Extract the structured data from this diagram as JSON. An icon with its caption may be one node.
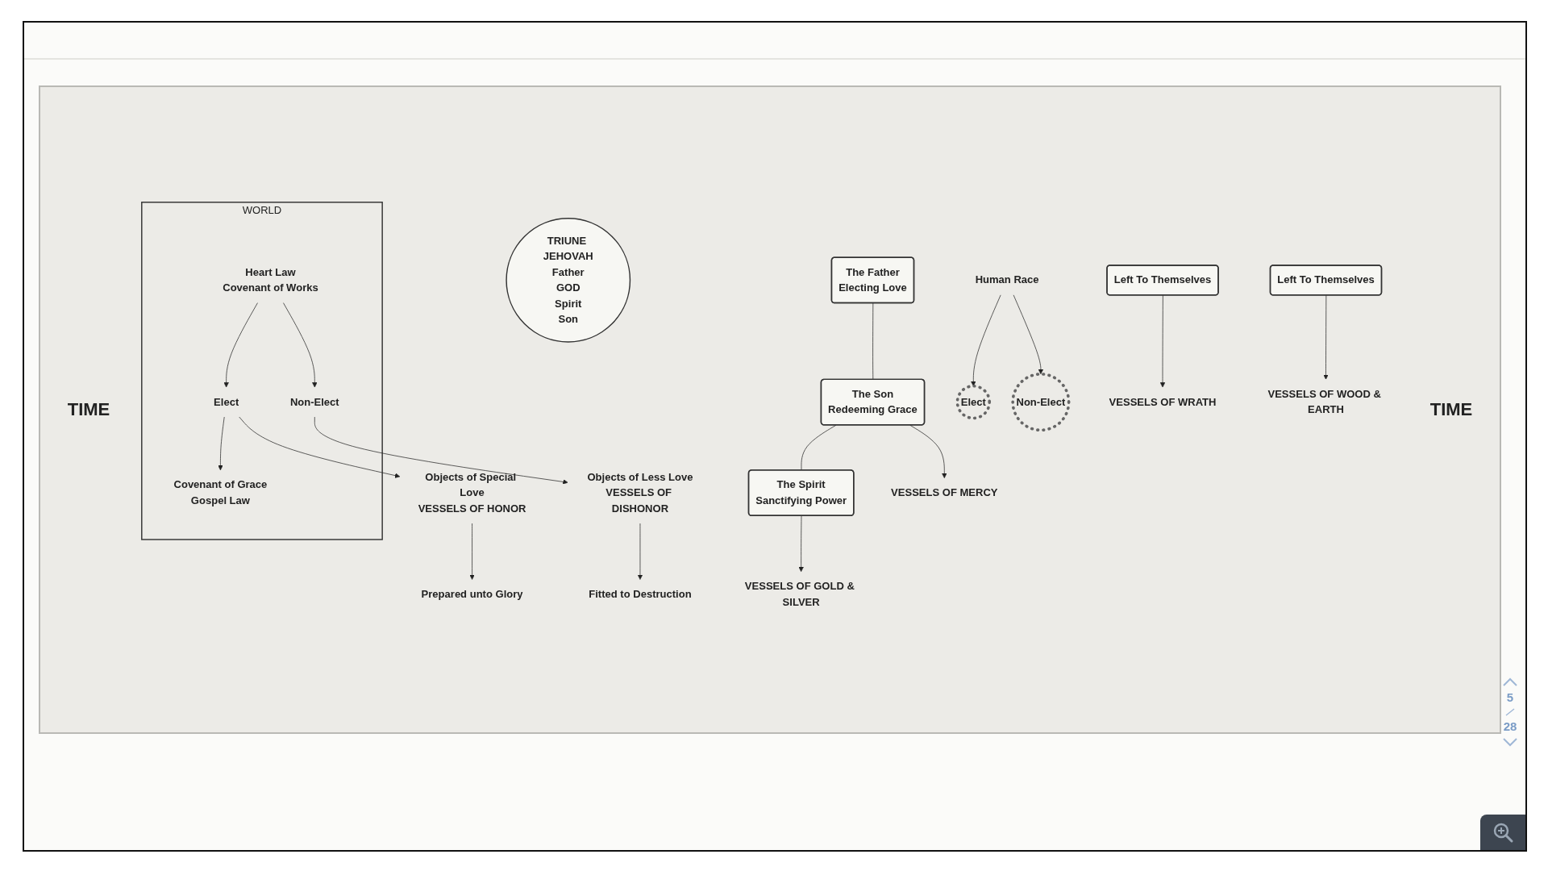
{
  "diagram": {
    "nodes": [
      {
        "text": [
          "TRIUNE JEHOVAH",
          "Father",
          "GOD",
          "Spirit",
          "Son"
        ]
      },
      {
        "text": [
          "The Father",
          "Electing Love"
        ]
      },
      {
        "text": [
          "The Son",
          "Redeeming Grace"
        ]
      },
      {
        "text": [
          "The Spirit",
          "Sanctifying Power"
        ]
      },
      {
        "text": [
          "Elect"
        ]
      },
      {
        "text": [
          "Objects of Special Love",
          "VESSELS OF HONOR"
        ]
      },
      {
        "text": [
          "VESSELS OF MERCY"
        ]
      },
      {
        "text": [
          "VESSELS OF GOLD & SILVER"
        ]
      },
      {
        "text": [
          "Prepared unto Glory"
        ]
      },
      {
        "text": [
          "Human Race"
        ]
      },
      {
        "text": [
          "WORLD"
        ]
      },
      {
        "text": [
          "Heart Law",
          "Covenant of Works"
        ],
        "in": 10
      },
      {
        "text": [
          "Elect"
        ],
        "in": 10
      },
      {
        "text": [
          "Non-Elect"
        ],
        "in": 10
      },
      {
        "text": [
          "Covenant of Grace",
          "Gospel Law"
        ],
        "in": 10
      },
      {
        "text": [
          "Non-Elect"
        ]
      },
      {
        "text": [
          "Objects of Less Love",
          "VESSELS OF DISHONOR"
        ]
      },
      {
        "text": [
          "VESSELS OF WRATH"
        ]
      },
      {
        "text": [
          "Left To Themselves"
        ]
      },
      {
        "text": [
          "VESSELS OF WOOD & EARTH"
        ]
      },
      {
        "text": [
          "Left To Themselves"
        ]
      },
      {
        "text": [
          "Fitted to Destruction"
        ]
      }
    ],
    "edges": [
      {
        "from": 1,
        "to": 2,
        "arrow": "none"
      },
      {
        "from": 2,
        "to": 3,
        "arrow": "none"
      },
      {
        "from": 2,
        "to": 6,
        "arrow": "to"
      },
      {
        "from": 3,
        "to": 7,
        "arrow": "to"
      },
      {
        "from": 5,
        "to": 8,
        "arrow": "to"
      },
      {
        "from": 9,
        "to": 4,
        "arrow": "to"
      },
      {
        "from": 9,
        "to": 15,
        "arrow": "to"
      },
      {
        "from": 11,
        "to": 12,
        "arrow": "to"
      },
      {
        "from": 11,
        "to": 13,
        "arrow": "to"
      },
      {
        "from": 12,
        "to": 14,
        "arrow": "to"
      },
      {
        "from": 12,
        "to": 5,
        "arrow": "to"
      },
      {
        "from": 13,
        "to": 16,
        "arrow": "to"
      },
      {
        "from": 18,
        "to": 17,
        "arrow": "to"
      },
      {
        "from": 20,
        "to": 19,
        "arrow": "to"
      },
      {
        "from": 16,
        "to": 21,
        "arrow": "to"
      }
    ],
    "labels": [
      "TIME",
      "TIME",
      "5",
      "28"
    ]
  }
}
